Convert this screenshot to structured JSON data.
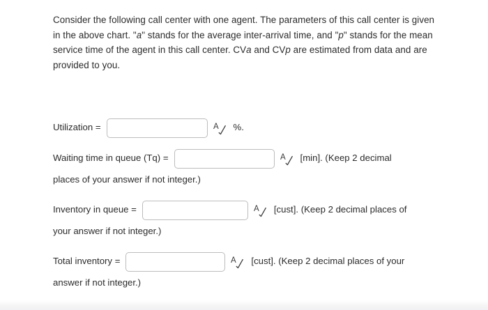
{
  "intro": {
    "segments": [
      {
        "text": "Consider the following call center with one agent. The parameters of this call center is given in the above chart. \"",
        "italic": false
      },
      {
        "text": "a",
        "italic": true
      },
      {
        "text": "\" stands for the average inter-arrival time, and \"",
        "italic": false
      },
      {
        "text": "p",
        "italic": true
      },
      {
        "text": "\" stands for the mean service time of the agent in this call center. CV",
        "italic": false
      },
      {
        "text": "a",
        "italic": true
      },
      {
        "text": " and CV",
        "italic": false
      },
      {
        "text": "p",
        "italic": true
      },
      {
        "text": " are estimated from data and are provided to you.",
        "italic": false
      }
    ],
    "plain": "Consider the following call center with one agent. The parameters of this call center is given in the above chart. \"a\" stands for the average inter-arrival time, and \"p\" stands for the mean service time of the agent in this call center. CVa and CVp are estimated from data and are provided to you."
  },
  "icons": {
    "answer_validate": "a-check-icon"
  },
  "questions": [
    {
      "id": "utilization",
      "label": "Utilization =",
      "value": "",
      "placeholder": "",
      "unit": "%.",
      "tail": ""
    },
    {
      "id": "waiting-time-in-queue",
      "label": "Waiting time in queue (Tq) =",
      "value": "",
      "placeholder": "",
      "unit": "[min]. (Keep 2 decimal",
      "tail": "places of your answer if not integer.)"
    },
    {
      "id": "inventory-in-queue",
      "label": "Inventory in queue =",
      "value": "",
      "placeholder": "",
      "unit": "[cust]. (Keep 2 decimal places of",
      "tail": "your answer if not integer.)"
    },
    {
      "id": "total-inventory",
      "label": "Total inventory =",
      "value": "",
      "placeholder": "",
      "unit": "[cust]. (Keep 2 decimal places of your",
      "tail": "answer if not integer.)"
    }
  ],
  "colors": {
    "text": "#2b2b2b",
    "input_border": "#bcbcbc",
    "background": "#ffffff",
    "bottom_band": "#f1f1f3"
  }
}
